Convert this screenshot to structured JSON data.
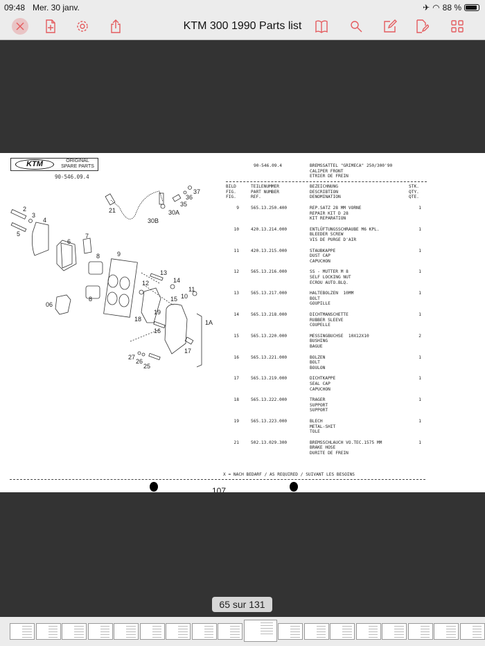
{
  "status_bar": {
    "time": "09:48",
    "date": "Mer. 30 janv.",
    "battery": "88 %",
    "battery_level": 0.88
  },
  "toolbar": {
    "title": "KTM 300 1990 Parts list",
    "icons": [
      "close-icon",
      "add-page-icon",
      "settings-gear-icon",
      "share-icon",
      "bookmarks-book-icon",
      "search-icon",
      "annotate-icon",
      "edit-document-icon",
      "grid-view-icon"
    ]
  },
  "document": {
    "logo": {
      "brand": "KTM",
      "line1": "ORIGINAL",
      "line2": "SPARE PARTS"
    },
    "drawing_number": "90-546.09.4",
    "header": {
      "number": "90-546.09.4",
      "title_de": "BREMSSATTEL \"GRIMECA\" 250/300'90",
      "title_en": "CALIPER FRONT",
      "title_fr": "ETRIER DE FREIN"
    },
    "columns": {
      "fig": [
        "BILD",
        "FIG.",
        "FIG."
      ],
      "part": [
        "TEILENUMMER",
        "PART NUMBER",
        "REF."
      ],
      "desc": [
        "BEZEICHNUNG",
        "DESCRIBTION",
        "DENOMINATION"
      ],
      "qty": [
        "STK.",
        "QTY.",
        "QTE."
      ]
    },
    "rows": [
      {
        "fig": "9",
        "part": "565.13.250.400",
        "desc": [
          "REP.SATZ 28 MM VORNE",
          "REPAIR KIT D 28",
          "KIT REPARATION"
        ],
        "qty": "1"
      },
      {
        "fig": "10",
        "part": "420.13.214.000",
        "desc": [
          "ENTLÜFTUNGSSCHRAUBE M6 KPL.",
          "BLEEDER SCREW",
          "VIS DE PURGE D'AIR"
        ],
        "qty": "1"
      },
      {
        "fig": "11",
        "part": "420.13.215.000",
        "desc": [
          "STAUBKAPPE",
          "DUST CAP",
          "CAPUCHON"
        ],
        "qty": "1"
      },
      {
        "fig": "12",
        "part": "565.13.216.000",
        "desc": [
          "SS - MUTTER M 8",
          "SELF LOCKING NUT",
          "ECROU AUTO.BLQ."
        ],
        "qty": "1"
      },
      {
        "fig": "13",
        "part": "565.13.217.000",
        "desc": [
          "HALTEBOLZEN  10MM",
          "BOLT",
          "GOUPILLE"
        ],
        "qty": "1"
      },
      {
        "fig": "14",
        "part": "565.13.218.000",
        "desc": [
          "DICHTMANSCHETTE",
          "RUBBER SLEEVE",
          "COUPELLE"
        ],
        "qty": "1"
      },
      {
        "fig": "15",
        "part": "565.13.220.000",
        "desc": [
          "MESSINGBUCHSE  10X12X10",
          "BUSHING",
          "BAGUE"
        ],
        "qty": "2"
      },
      {
        "fig": "16",
        "part": "565.13.221.000",
        "desc": [
          "BOLZEN",
          "BOLT",
          "BOULON"
        ],
        "qty": "1"
      },
      {
        "fig": "17",
        "part": "565.13.219.000",
        "desc": [
          "DICHTKAPPE",
          "SEAL CAP",
          "CAPUCHON"
        ],
        "qty": "1"
      },
      {
        "fig": "18",
        "part": "565.13.222.000",
        "desc": [
          "TRAGER",
          "SUPPORT",
          "SUPPORT"
        ],
        "qty": "1"
      },
      {
        "fig": "19",
        "part": "565.13.223.000",
        "desc": [
          "BLECH",
          "METAL-SHIT",
          "TOLE"
        ],
        "qty": "1"
      },
      {
        "fig": "21",
        "part": "502.13.029.300",
        "desc": [
          "BREMSSCHLAUCH VO.TEC.1575 MM",
          "BRAKE HOSE",
          "DURITE DE FREIN"
        ],
        "qty": "1"
      }
    ],
    "footnote": "X = NACH BEDARF / AS REQUIRED / SUIVANT LES BESOINS",
    "page_number": "107",
    "callouts": [
      "2",
      "3",
      "4",
      "5",
      "6",
      "7",
      "8",
      "8",
      "9",
      "06",
      "21",
      "30B",
      "30A",
      "35",
      "36",
      "37",
      "13",
      "14",
      "12",
      "11",
      "10",
      "15",
      "19",
      "18",
      "16",
      "1A",
      "17",
      "27",
      "26",
      "25"
    ]
  },
  "navigation": {
    "page_counter": "65 sur 131",
    "current_page": 65,
    "total_pages": 131
  }
}
